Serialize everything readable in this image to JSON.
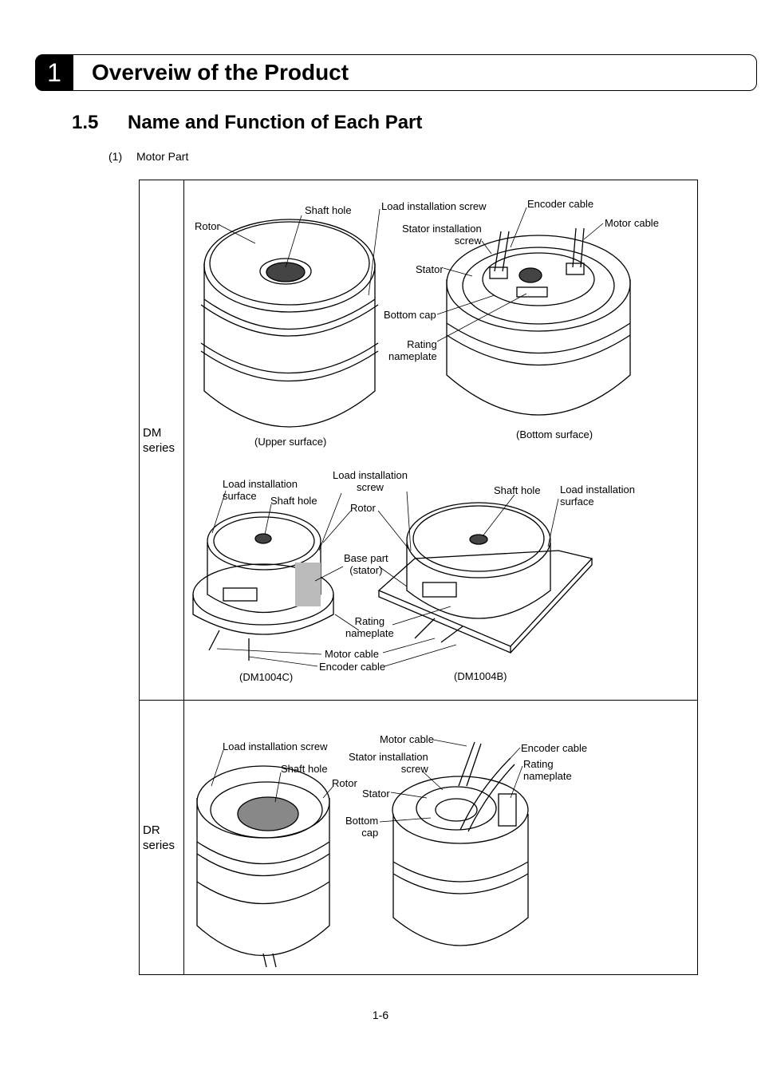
{
  "chapter": {
    "number": "1",
    "title": "Overveiw of the Product"
  },
  "section": {
    "number": "1.5",
    "title": "Name and Function of Each Part"
  },
  "subsection": {
    "number": "(1)",
    "title": "Motor Part"
  },
  "rows": [
    {
      "series": "DM\nseries"
    },
    {
      "series": "DR\nseries"
    }
  ],
  "dm_upper": {
    "rotor": "Rotor",
    "shaft_hole": "Shaft hole",
    "load_screw": "Load installation screw",
    "caption": "(Upper surface)"
  },
  "dm_bottom": {
    "encoder_cable": "Encoder cable",
    "motor_cable": "Motor cable",
    "stator_screw": "Stator installation\nscrew",
    "stator": "Stator",
    "bottom_cap": "Bottom cap",
    "rating": "Rating\nnameplate",
    "caption": "(Bottom surface)"
  },
  "dm1004c": {
    "load_surface": "Load installation\nsurface",
    "shaft_hole": "Shaft hole",
    "load_screw": "Load installation\nscrew",
    "rotor": "Rotor",
    "base": "Base part\n(stator)",
    "rating": "Rating\nnameplate",
    "motor_cable": "Motor cable",
    "encoder_cable": "Encoder cable",
    "caption": "(DM1004C)"
  },
  "dm1004b": {
    "shaft_hole": "Shaft hole",
    "load_surface": "Load installation\nsurface",
    "caption": "(DM1004B)"
  },
  "dr_left": {
    "load_screw": "Load installation screw",
    "shaft_hole": "Shaft hole",
    "rotor": "Rotor"
  },
  "dr_right": {
    "motor_cable": "Motor cable",
    "stator_screw": "Stator installation\nscrew",
    "stator": "Stator",
    "bottom_cap": "Bottom\ncap",
    "encoder_cable": "Encoder cable",
    "rating": "Rating\nnameplate"
  },
  "page_number": "1-6"
}
